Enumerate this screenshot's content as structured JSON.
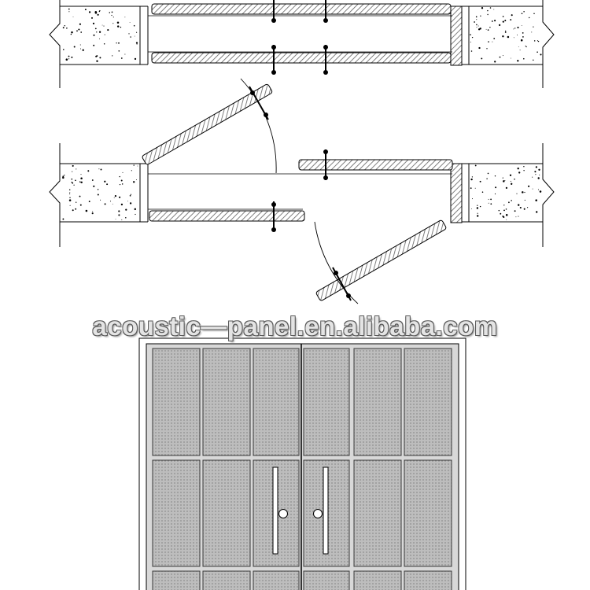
{
  "watermark": {
    "text": "acoustic—panel.en.alibaba.com"
  },
  "drawing": {
    "views": [
      {
        "id": "plan-closed",
        "state": "closed"
      },
      {
        "id": "plan-open",
        "state": "open",
        "swing_deg": 30
      },
      {
        "id": "elevation",
        "columns": 6,
        "rows": 3,
        "handles": 2
      }
    ],
    "colors": {
      "line": "#000000",
      "hatch": "#5f5f5f",
      "panel": "#b7b7b7",
      "background": "#ffffff"
    }
  }
}
